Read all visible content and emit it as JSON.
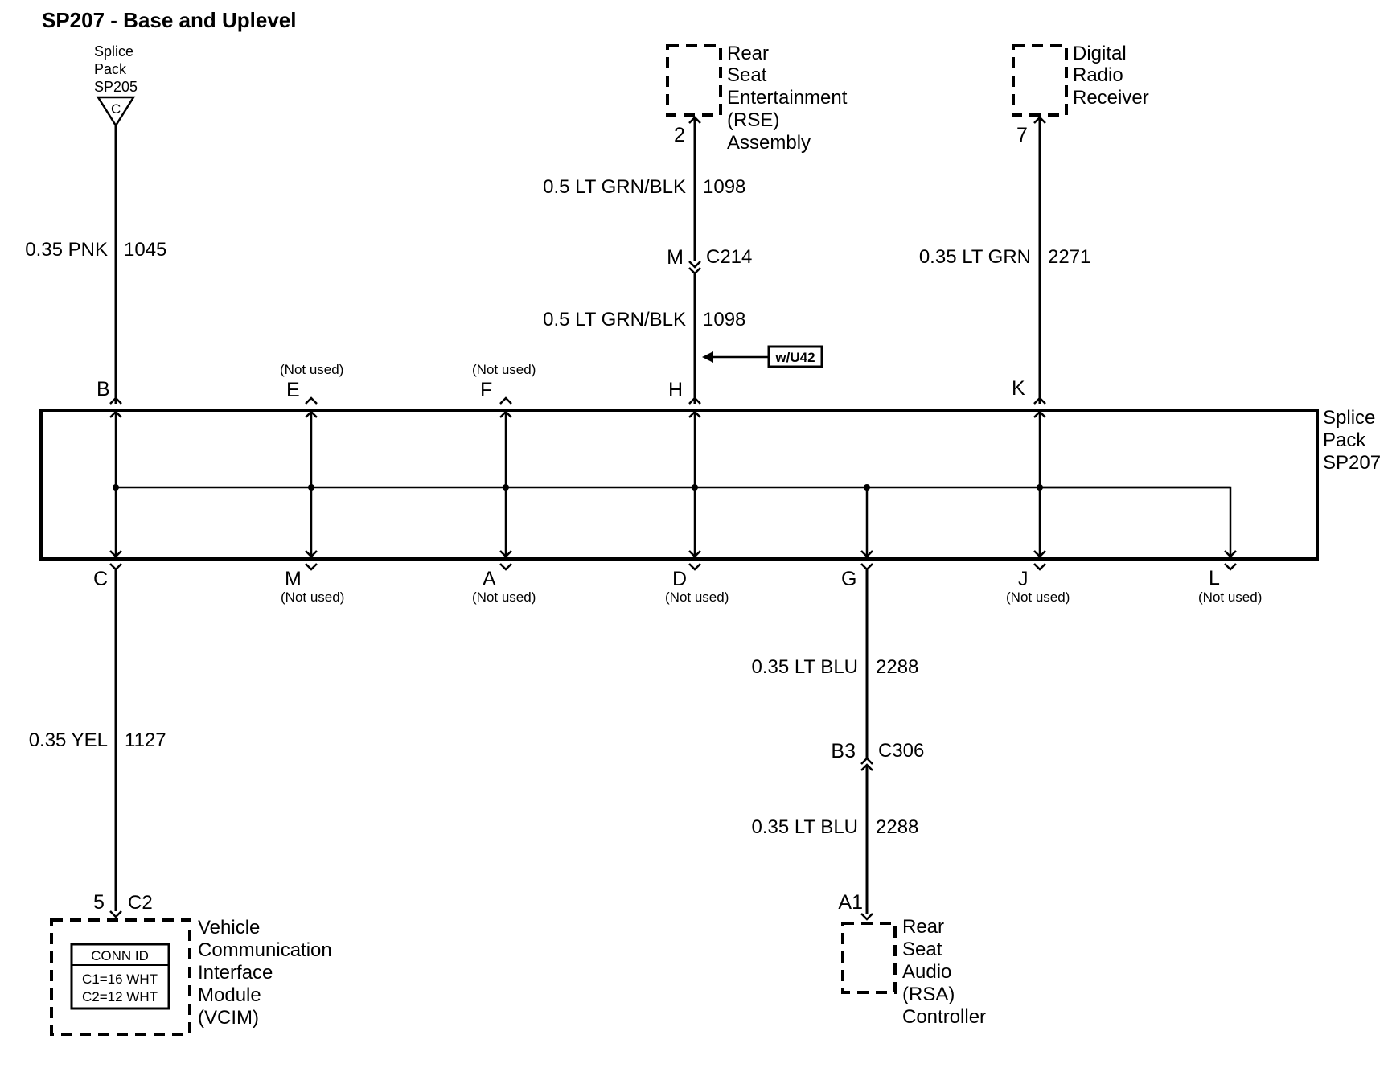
{
  "title": "SP207 - Base and Uplevel",
  "splice_pack_sp205": {
    "line1": "Splice",
    "line2": "Pack",
    "line3": "SP205",
    "pin": "C"
  },
  "wires": {
    "pnk": {
      "color": "0.35 PNK",
      "circuit": "1045"
    },
    "rse_upper": {
      "color": "0.5 LT GRN/BLK",
      "circuit": "1098"
    },
    "rse_lower": {
      "color": "0.5 LT GRN/BLK",
      "circuit": "1098"
    },
    "lt_grn": {
      "color": "0.35 LT GRN",
      "circuit": "2271"
    },
    "yel": {
      "color": "0.35 YEL",
      "circuit": "1127"
    },
    "blu_upper": {
      "color": "0.35 LT BLU",
      "circuit": "2288"
    },
    "blu_lower": {
      "color": "0.35 LT BLU",
      "circuit": "2288"
    }
  },
  "rse_assembly": {
    "pin": "2",
    "line1": "Rear",
    "line2": "Seat",
    "line3": "Entertainment",
    "line4": "(RSE)",
    "line5": "Assembly"
  },
  "digital_radio": {
    "pin": "7",
    "line1": "Digital",
    "line2": "Radio",
    "line3": "Receiver"
  },
  "connector_c214": {
    "pin": "M",
    "name": "C214"
  },
  "connector_c306": {
    "pin": "B3",
    "name": "C306"
  },
  "option_badge": "w/U42",
  "not_used": "(Not used)",
  "splice_pack_sp207": {
    "line1": "Splice",
    "line2": "Pack",
    "line3": "SP207"
  },
  "top_pins": {
    "B": "B",
    "E": "E",
    "F": "F",
    "H": "H",
    "K": "K"
  },
  "bottom_pins": {
    "C": "C",
    "M": "M",
    "A": "A",
    "D": "D",
    "G": "G",
    "J": "J",
    "L": "L"
  },
  "vcim": {
    "pin": "5",
    "connector": "C2",
    "line1": "Vehicle",
    "line2": "Communication",
    "line3": "Interface",
    "line4": "Module",
    "line5": "(VCIM)",
    "conn_id_title": "CONN ID",
    "conn_id_c1": "C1=16 WHT",
    "conn_id_c2": "C2=12 WHT"
  },
  "rsa": {
    "pin": "A1",
    "line1": "Rear",
    "line2": "Seat",
    "line3": "Audio",
    "line4": "(RSA)",
    "line5": "Controller"
  }
}
